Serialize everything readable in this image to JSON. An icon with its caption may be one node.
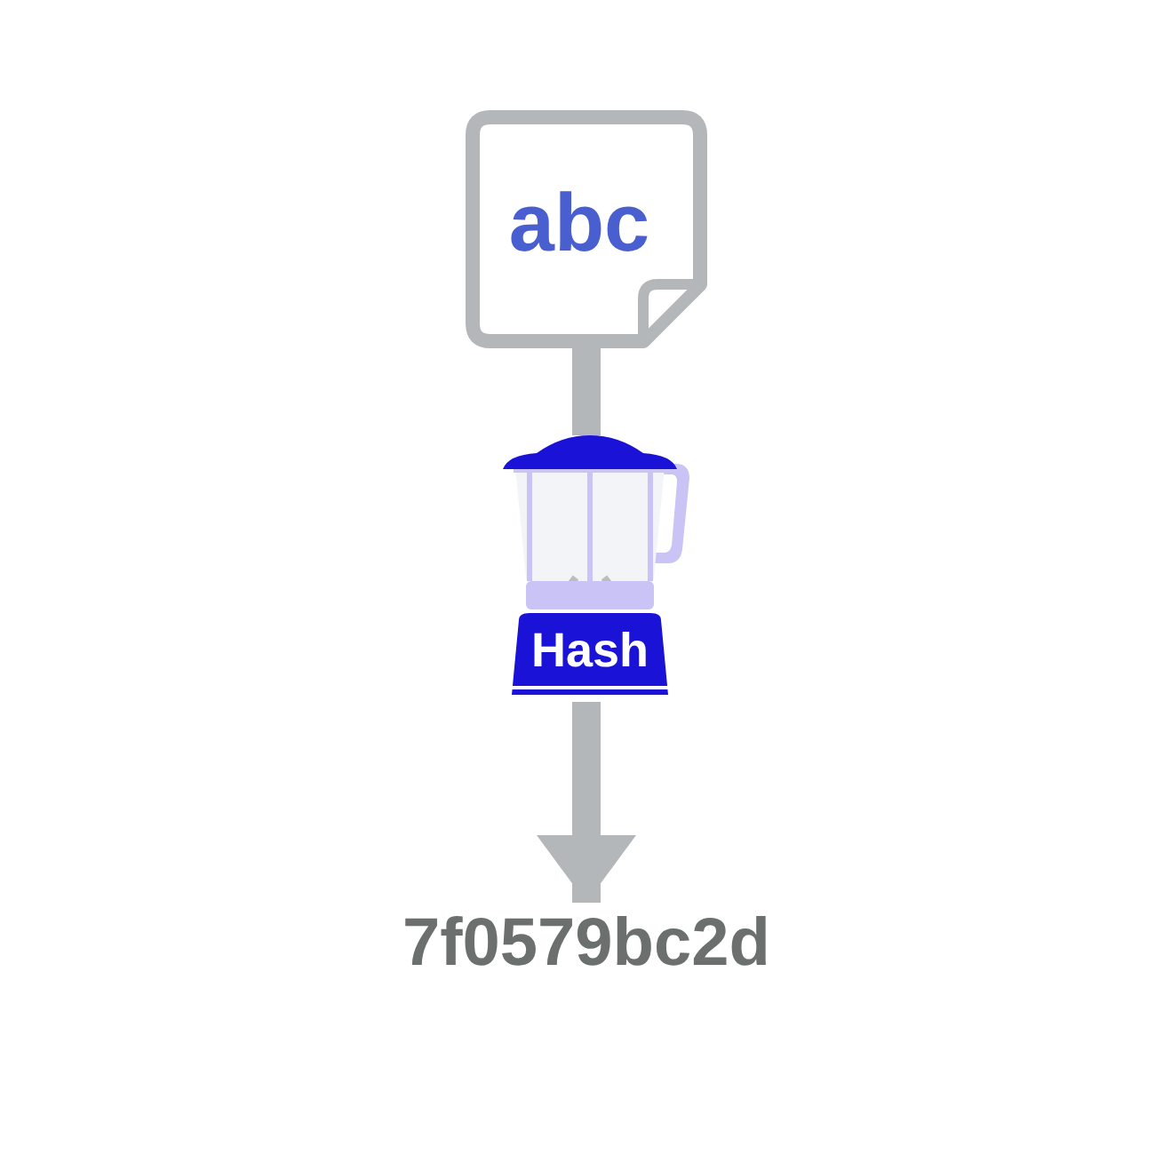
{
  "diagram": {
    "nodes": [
      {
        "text": [
          "abc"
        ]
      },
      {
        "text": [
          "Hash"
        ]
      },
      {
        "text": [
          "7f0579bc2d"
        ]
      }
    ],
    "edges": [
      {
        "from": 0,
        "to": 1,
        "arrow": "none"
      },
      {
        "from": 1,
        "to": 2,
        "arrow": "to"
      }
    ]
  }
}
